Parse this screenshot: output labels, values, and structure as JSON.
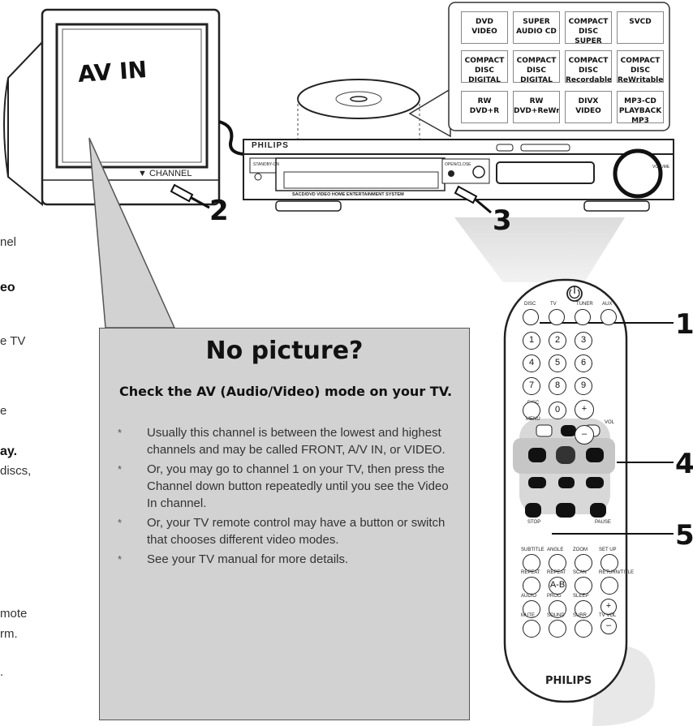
{
  "tv": {
    "screen_label": "AV IN",
    "channel_label": "▼ CHANNEL"
  },
  "player": {
    "brand": "PHILIPS",
    "tray_caption": "SACD/DVD VIDEO HOME ENTERTAINMENT SYSTEM",
    "standby_label": "STANDBY-ON",
    "open_label": "OPEN/CLOSE",
    "volume_label": "VOLUME"
  },
  "logos": [
    {
      "name": "dvd-video-logo",
      "text": "DVD VIDEO"
    },
    {
      "name": "sacd-logo",
      "text": "SUPER AUDIO CD"
    },
    {
      "name": "cd-super-video-logo",
      "text": "COMPACT DISC SUPER VIDEO"
    },
    {
      "name": "svcd-logo",
      "text": "SVCD"
    },
    {
      "name": "cd-digital-video-logo",
      "text": "COMPACT DISC DIGITAL VIDEO"
    },
    {
      "name": "cd-digital-audio-logo",
      "text": "COMPACT DISC DIGITAL AUDIO"
    },
    {
      "name": "cd-recordable-logo",
      "text": "COMPACT DISC Recordable"
    },
    {
      "name": "cd-rewritable-logo",
      "text": "COMPACT DISC ReWritable"
    },
    {
      "name": "dvd-r-logo",
      "text": "RW DVD+R"
    },
    {
      "name": "dvd-rw-logo",
      "text": "RW DVD+ReWritable"
    },
    {
      "name": "divx-logo",
      "text": "DIVX VIDEO"
    },
    {
      "name": "mp3-logo",
      "text": "MP3-CD PLAYBACK MP3"
    }
  ],
  "fragments": {
    "f1": "nel",
    "f2": "eo",
    "f3": "e TV",
    "f4": "e",
    "f5": "ay.",
    "f6": "discs,",
    "f7": "mote",
    "f8": "rm.",
    "f9": "."
  },
  "callout": {
    "title": "No picture?",
    "subtitle": "Check the AV (Audio/Video) mode on your TV.",
    "bullet_symbol": "*",
    "items": [
      "Usually this channel is between the lowest and highest channels and may be called FRONT, A/V IN, or VIDEO.",
      "Or, you may go to channel 1 on your TV, then press the Channel down button repeatedly until you see the Video In channel.",
      "Or, your TV remote control may have a button or switch that chooses different video modes.",
      "See your TV manual for more details."
    ]
  },
  "steps": {
    "s1": "1",
    "s2": "2",
    "s3": "3",
    "s4": "4",
    "s5": "5"
  },
  "remote": {
    "brand": "PHILIPS",
    "row1": [
      "DISC",
      "TV",
      "TUNER",
      "AUX"
    ],
    "digits": [
      "1",
      "2",
      "3",
      "4",
      "5",
      "6",
      "7",
      "8",
      "9"
    ],
    "disc_label": "DISC",
    "zero": "0",
    "vol_label": "VOL",
    "menu_label": "MENU",
    "labels_mid": [
      "STOP",
      "PAUSE"
    ],
    "labels_row_a": [
      "SUBTITLE",
      "ANGLE",
      "ZOOM",
      "SET UP"
    ],
    "labels_row_b": [
      "REPEAT",
      "REPEAT",
      "SCAN",
      "RETURN/TITLE"
    ],
    "ab_label": "A-B",
    "labels_row_c": [
      "AUDIO",
      "PROG",
      "SLEEP"
    ],
    "labels_row_d": [
      "MUTE",
      "SOUND",
      "SURR",
      "TV VOL"
    ]
  }
}
